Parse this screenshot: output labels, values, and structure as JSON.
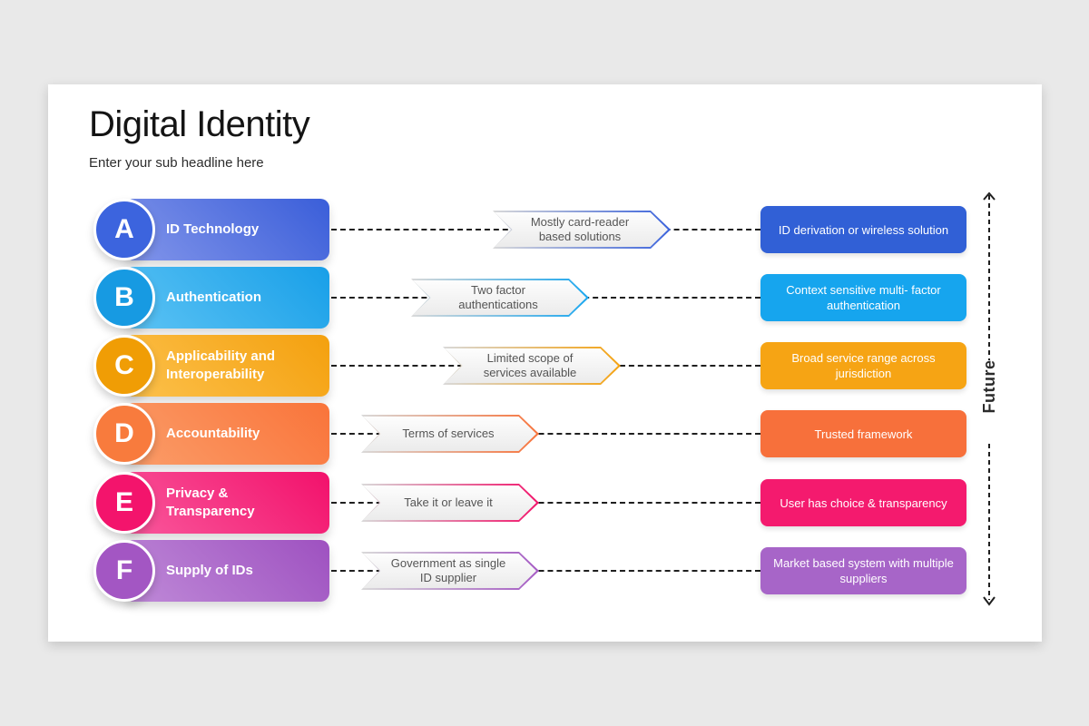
{
  "slide": {
    "title": "Digital Identity",
    "subtitle": "Enter your sub headline here",
    "future_axis_label": "Future"
  },
  "theme": {
    "page_background": "#e9e9e9",
    "card_background": "#ffffff",
    "dash_color": "#1f1f1f",
    "arrow_border_start": "#d9d9d9",
    "arrow_fill_top": "#fdfdfd",
    "arrow_fill_bottom": "#ebebeb",
    "arrow_text_color": "#555555"
  },
  "rows": [
    {
      "letter": "A",
      "category": "ID Technology",
      "present": "Mostly card-reader based solutions",
      "future": "ID derivation or wireless solution",
      "colors": {
        "circle": "#3c64de",
        "pill_from": "#8295ea",
        "pill_to": "#3a5ed9",
        "box": "#3160d6",
        "arrow_edge": "#3b63dc"
      }
    },
    {
      "letter": "B",
      "category": "Authentication",
      "present": "Two factor authentications",
      "future": "Context sensitive multi- factor authentication",
      "colors": {
        "circle": "#179ae2",
        "pill_from": "#5cc3f4",
        "pill_to": "#189fe8",
        "box": "#16a5ee",
        "arrow_edge": "#1ba7ef"
      }
    },
    {
      "letter": "C",
      "category": "Applicability and Interoperability",
      "present": "Limited scope of services available",
      "future": "Broad service range across jurisdiction",
      "colors": {
        "circle": "#f09d05",
        "pill_from": "#fcc14c",
        "pill_to": "#f4a00e",
        "box": "#f6a414",
        "arrow_edge": "#f5a312"
      }
    },
    {
      "letter": "D",
      "category": "Accountability",
      "present": "Terms of services",
      "future": "Trusted framework",
      "colors": {
        "circle": "#f87b3d",
        "pill_from": "#fb9d69",
        "pill_to": "#f9743a",
        "box": "#f7703b",
        "arrow_edge": "#f8743c"
      }
    },
    {
      "letter": "E",
      "category": "Privacy & Transparency",
      "present": "Take it or leave it",
      "future": "User has choice & transparency",
      "colors": {
        "circle": "#f3146c",
        "pill_from": "#f9589c",
        "pill_to": "#f2116b",
        "box": "#f41a6e",
        "arrow_edge": "#f2146b"
      }
    },
    {
      "letter": "F",
      "category": "Supply of IDs",
      "present": "Government as single ID supplier",
      "future": "Market based system with multiple suppliers",
      "colors": {
        "circle": "#a356c3",
        "pill_from": "#bf8ad8",
        "pill_to": "#9e51c0",
        "box": "#a765c8",
        "arrow_edge": "#a55bc4"
      }
    }
  ]
}
